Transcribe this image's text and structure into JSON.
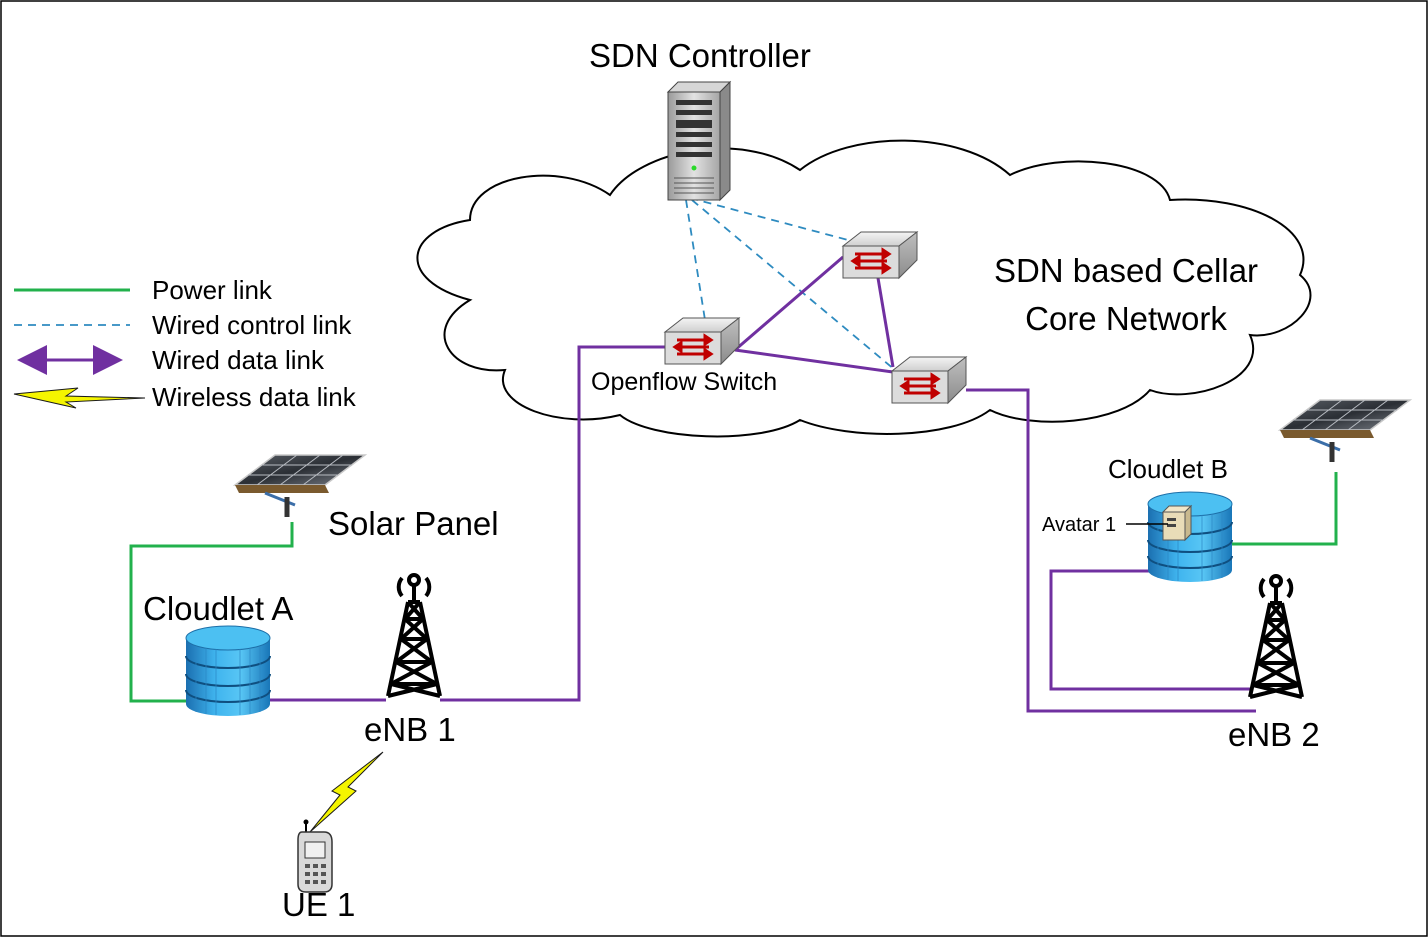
{
  "labels": {
    "sdn_controller": "SDN Controller",
    "core_network_line1": "SDN based Cellar",
    "core_network_line2": "Core Network",
    "openflow_switch": "Openflow Switch",
    "solar_panel": "Solar Panel",
    "cloudlet_a": "Cloudlet A",
    "cloudlet_b": "Cloudlet B",
    "avatar": "Avatar 1",
    "enb1": "eNB 1",
    "enb2": "eNB 2",
    "ue1": "UE 1"
  },
  "legend": [
    {
      "label": "Power link",
      "style": "solid",
      "color": "#22b14c"
    },
    {
      "label": "Wired control link",
      "style": "dashed",
      "color": "#2e8bc0"
    },
    {
      "label": "Wired data link",
      "style": "arrow",
      "color": "#7030a0"
    },
    {
      "label": "Wireless data link",
      "style": "lightning",
      "color": "#f2f20a"
    }
  ],
  "colors": {
    "power": "#22b14c",
    "control": "#2e8bc0",
    "data": "#7030a0",
    "wireless": "#f5f500"
  }
}
